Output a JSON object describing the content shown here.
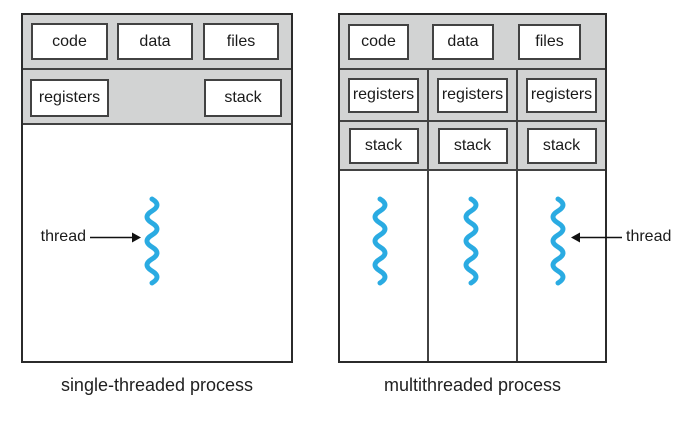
{
  "colors": {
    "thread_blue": "#2aabe2",
    "panel_gray": "#d2d3d3"
  },
  "left_process": {
    "caption": "single-threaded process",
    "code_label": "code",
    "data_label": "data",
    "files_label": "files",
    "registers_label": "registers",
    "stack_label": "stack",
    "thread_label": "thread"
  },
  "right_process": {
    "caption": "multithreaded process",
    "code_label": "code",
    "data_label": "data",
    "files_label": "files",
    "columns": [
      {
        "registers_label": "registers",
        "stack_label": "stack"
      },
      {
        "registers_label": "registers",
        "stack_label": "stack"
      },
      {
        "registers_label": "registers",
        "stack_label": "stack"
      }
    ],
    "thread_label": "thread"
  }
}
